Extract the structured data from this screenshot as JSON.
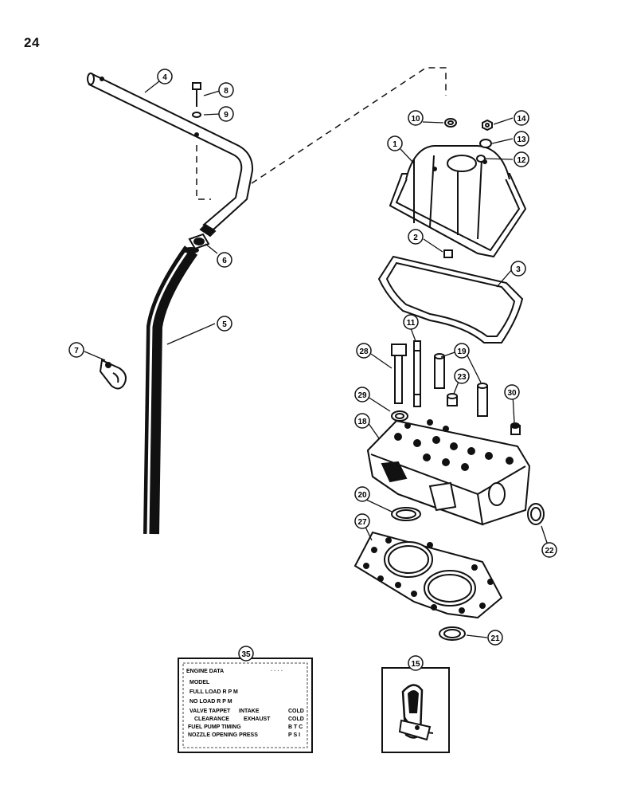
{
  "page": {
    "number": "24"
  },
  "callouts": [
    "1",
    "2",
    "3",
    "4",
    "5",
    "6",
    "7",
    "8",
    "9",
    "10",
    "11",
    "12",
    "13",
    "14",
    "15",
    "18",
    "19",
    "20",
    "21",
    "22",
    "23",
    "27",
    "28",
    "29",
    "30",
    "35"
  ],
  "engine_data_plate": {
    "title": "ENGINE DATA",
    "model": "MODEL",
    "full_load": "FULL LOAD R P M",
    "no_load": "NO LOAD R P M",
    "valve_tappet": "VALVE TAPPET",
    "intake": "INTAKE",
    "cold_1": "COLD",
    "clearance": "CLEARANCE",
    "exhaust": "EXHAUST",
    "cold_2": "COLD",
    "fuel_pump_timing": "FUEL PUMP TIMING",
    "btc": "B T C",
    "nozzle_opening_press": "NOZZLE OPENING PRESS",
    "psi": "P S I"
  }
}
